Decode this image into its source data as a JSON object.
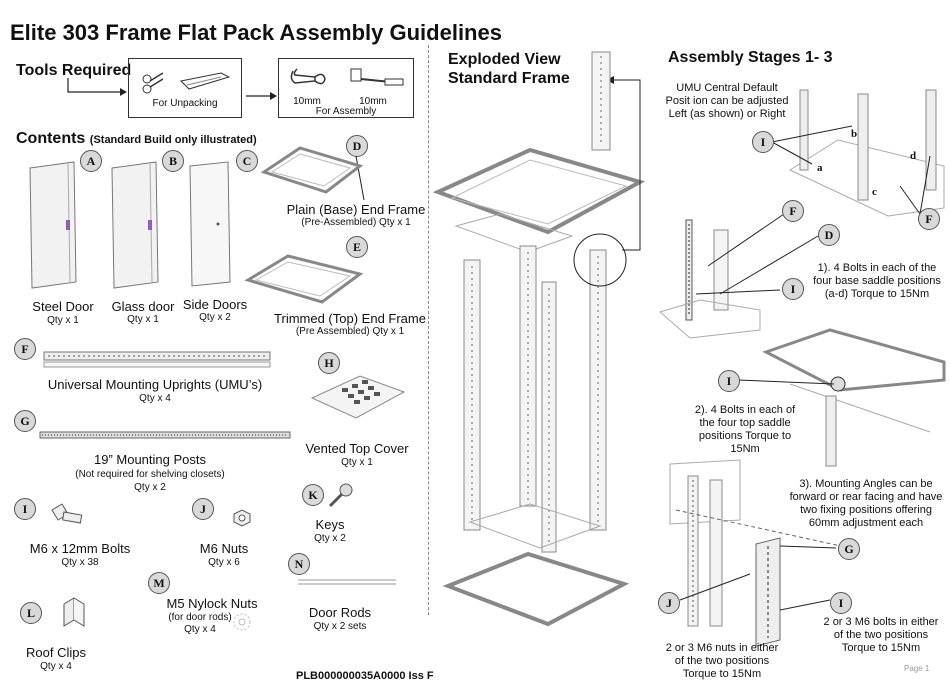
{
  "title": "Elite 303 Frame Flat Pack Assembly Guidelines",
  "tools": {
    "heading": "Tools Required",
    "unpacking_label": "For Unpacking",
    "spanner_size": "10mm",
    "hex_key_size": "10mm",
    "assembly_label": "For Assembly"
  },
  "contents": {
    "heading": "Contents",
    "subheading": "(Standard Build only illustrated)",
    "items": [
      {
        "letter": "A",
        "name": "Steel Door",
        "qty": "Qty x 1"
      },
      {
        "letter": "B",
        "name": "Glass door",
        "qty": "Qty x 1"
      },
      {
        "letter": "C",
        "name": "Side Doors",
        "qty": "Qty x 2"
      },
      {
        "letter": "D",
        "name": "Plain (Base) End Frame",
        "qty": "(Pre-Assembled) Qty x 1"
      },
      {
        "letter": "E",
        "name": "Trimmed (Top) End Frame",
        "qty": "(Pre Assembled) Qty x 1"
      },
      {
        "letter": "F",
        "name": "Universal Mounting Uprights (UMU’s)",
        "qty": "Qty x 4"
      },
      {
        "letter": "G",
        "name": "19”  Mounting Posts",
        "note": "(Not required for shelving closets)",
        "qty": "Qty x 2"
      },
      {
        "letter": "H",
        "name": "Vented Top Cover",
        "qty": "Qty x 1"
      },
      {
        "letter": "I",
        "name": "M6 x 12mm Bolts",
        "qty": "Qty x 38"
      },
      {
        "letter": "J",
        "name": "M6 Nuts",
        "qty": "Qty x 6"
      },
      {
        "letter": "K",
        "name": "Keys",
        "qty": "Qty x 2"
      },
      {
        "letter": "L",
        "name": "Roof Clips",
        "qty": "Qty x 4"
      },
      {
        "letter": "M",
        "name": "M5 Nylock Nuts",
        "note": "(for door rods)",
        "qty": "Qty x 4"
      },
      {
        "letter": "N",
        "name": "Door Rods",
        "qty": "Qty x 2 sets"
      }
    ]
  },
  "exploded": {
    "line1": "Exploded View",
    "line2": "Standard Frame"
  },
  "stages": {
    "heading": "Assembly Stages 1- 3",
    "umu_note": "UMU Central Default Posit ion can be adjusted Left (as shown) or Right",
    "step1": "1). 4 Bolts in each of the four base saddle positions (a-d) Torque to 15Nm",
    "step2": "2). 4 Bolts in each of the four top saddle positions Torque to 15Nm",
    "step3": "3). Mounting Angles can be forward or rear facing and have two fixing positions offering 60mm adjustment each",
    "bolts_note": "2 or 3 M6 bolts in either of the two positions Torque to 15Nm",
    "nuts_note": "2 or 3 M6 nuts in either of the two positions Torque to 15Nm",
    "letters": {
      "a": "a",
      "b": "b",
      "c": "c",
      "d": "d",
      "I": "I",
      "F": "F",
      "D": "D",
      "G": "G",
      "J": "J"
    }
  },
  "footer": {
    "doc_code": "PLB000000035A0000 Iss F",
    "page": "Page 1"
  }
}
